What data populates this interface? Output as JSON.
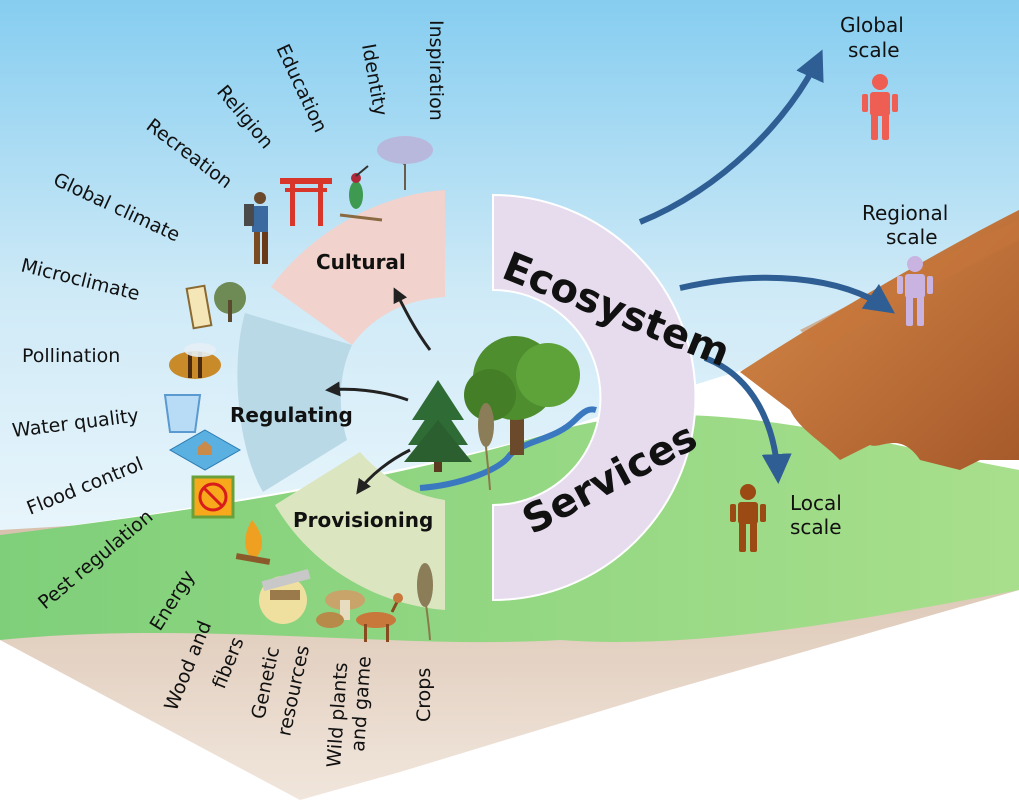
{
  "central": {
    "line1": "Ecosystem",
    "line2": "Services"
  },
  "segments": [
    {
      "label": "Cultural",
      "color": "#f2d2cc"
    },
    {
      "label": "Regulating",
      "color": "#b9d9e6"
    },
    {
      "label": "Provisioning",
      "color": "#dbe6c0"
    }
  ],
  "services": {
    "cultural": [
      "Inspiration",
      "Identity",
      "Education",
      "Religion",
      "Recreation"
    ],
    "regulating": [
      "Global climate",
      "Microclimate",
      "Pollination",
      "Water quality",
      "Flood control",
      "Pest regulation"
    ],
    "provisioning": [
      "Energy",
      "Wood and",
      "fibers",
      "Genetic",
      "resources",
      "Wild plants",
      "and game",
      "Crops"
    ]
  },
  "scales": [
    {
      "line1": "Global",
      "line2": "scale",
      "icon": "person-icon",
      "color": "#ee5e52"
    },
    {
      "line1": "Regional",
      "line2": "scale",
      "icon": "person-icon",
      "color": "#c9b3e0"
    },
    {
      "line1": "Local",
      "line2": "scale",
      "icon": "person-icon",
      "color": "#9a4a12"
    }
  ],
  "icons": [
    "tree-icon",
    "hummingbird-icon",
    "torii-gate-icon",
    "hiker-icon",
    "thermometer-icon",
    "bee-icon",
    "water-glass-icon",
    "flood-icon",
    "no-pest-icon",
    "campfire-icon",
    "saw-icon",
    "mushroom-icon",
    "deer-icon",
    "wheat-icon",
    "pine-tree-icon",
    "oak-tree-icon",
    "river-icon"
  ]
}
